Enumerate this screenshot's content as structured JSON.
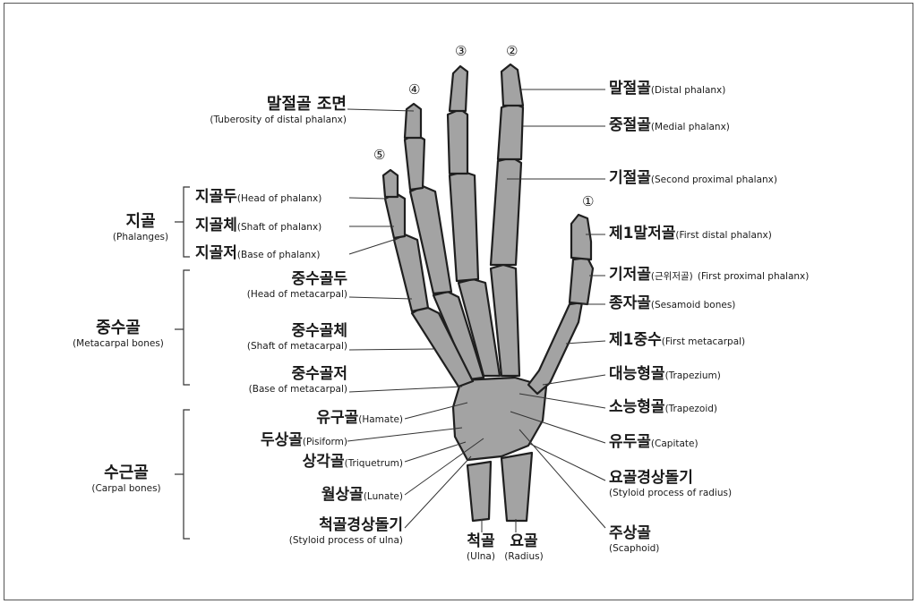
{
  "finger_numbers": [
    "①",
    "②",
    "③",
    "④",
    "⑤"
  ],
  "left_labels": {
    "tuberosity": {
      "ko": "말절골 조면",
      "en": "(Tuberosity of distal phalanx)"
    },
    "head_of_phalanx": {
      "ko": "지골두",
      "en": "(Head of phalanx)"
    },
    "shaft_of_phalanx": {
      "ko": "지골체",
      "en": "(Shaft of phalanx)"
    },
    "base_of_phalanx": {
      "ko": "지골저",
      "en": "(Base of phalanx)"
    },
    "head_of_metacarpal": {
      "ko": "중수골두",
      "en": "(Head of metacarpal)"
    },
    "shaft_of_metacarpal": {
      "ko": "중수골체",
      "en": "(Shaft of metacarpal)"
    },
    "base_of_metacarpal": {
      "ko": "중수골저",
      "en": "(Base of metacarpal)"
    },
    "hamate": {
      "ko": "유구골",
      "en": "(Hamate)"
    },
    "pisiform": {
      "ko": "두상골",
      "en": "(Pisiform)"
    },
    "triquetrum": {
      "ko": "상각골",
      "en": "(Triquetrum)"
    },
    "lunate": {
      "ko": "월상골",
      "en": "(Lunate)"
    },
    "styloid_ulna": {
      "ko": "척골경상돌기",
      "en": "(Styloid process of ulna)"
    }
  },
  "groups": {
    "phalanges": {
      "ko": "지골",
      "en": "(Phalanges)"
    },
    "metacarpal": {
      "ko": "중수골",
      "en": "(Metacarpal bones)"
    },
    "carpal": {
      "ko": "수근골",
      "en": "(Carpal bones)"
    }
  },
  "bottom_labels": {
    "ulna": {
      "ko": "척골",
      "en": "(Ulna)"
    },
    "radius": {
      "ko": "요골",
      "en": "(Radius)"
    }
  },
  "right_labels": {
    "distal_phalanx": {
      "ko": "말절골",
      "en": "(Distal phalanx)"
    },
    "medial_phalanx": {
      "ko": "중절골",
      "en": "(Medial phalanx)"
    },
    "second_proximal": {
      "ko": "기절골",
      "en": "(Second proximal phalanx)"
    },
    "first_distal": {
      "ko": "제1말저골",
      "en": "(First distal phalanx)"
    },
    "first_proximal": {
      "ko": "기저골",
      "en_small": "(근위저골)",
      "en": "(First proximal phalanx)"
    },
    "sesamoid": {
      "ko": "종자골",
      "en": "(Sesamoid bones)"
    },
    "first_metacarpal": {
      "ko": "제1중수",
      "en": "(First metacarpal)"
    },
    "trapezium": {
      "ko": "대능형골",
      "en": "(Trapezium)"
    },
    "trapezoid": {
      "ko": "소능형골",
      "en": "(Trapezoid)"
    },
    "capitate": {
      "ko": "유두골",
      "en": "(Capitate)"
    },
    "styloid_radius": {
      "ko": "요골경상돌기",
      "en": "(Styloid process of radius)"
    },
    "scaphoid": {
      "ko": "주상골",
      "en": "(Scaphoid)"
    }
  },
  "colors": {
    "bone": "#a3a3a3",
    "bone_stroke": "#1f1f1f",
    "leader": "#333333"
  }
}
